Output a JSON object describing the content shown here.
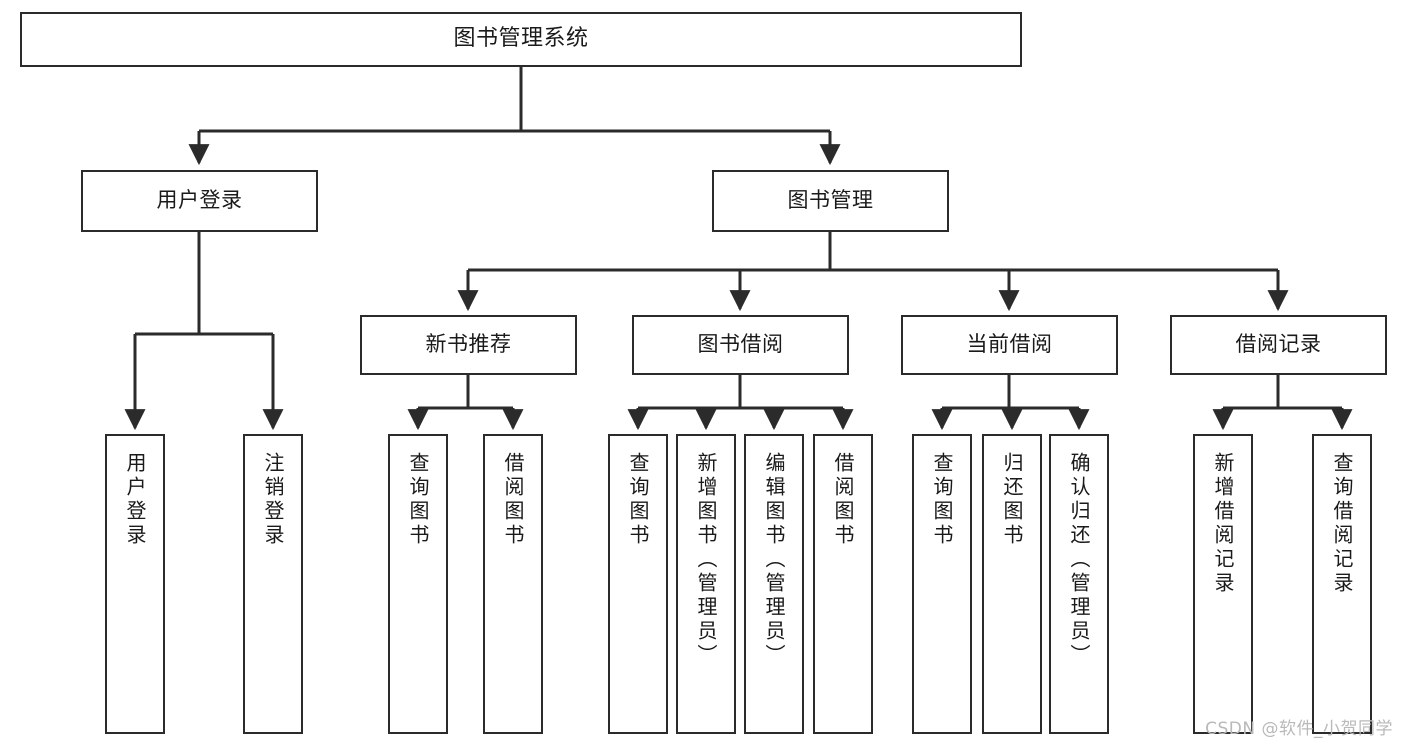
{
  "diagram": {
    "title": "图书管理系统",
    "type": "tree-hierarchy",
    "colors": {
      "box_border": "#2b2b2b",
      "box_fill": "#ffffff",
      "edge": "#2b2b2b",
      "text": "#1a1a1a",
      "watermark": "#b9b9b9",
      "background": "#ffffff"
    },
    "watermark": "CSDN @软件_小贺同学",
    "nodes": {
      "root": {
        "label": "图书管理系统"
      },
      "level1": [
        {
          "id": "user-login",
          "label": "用户登录"
        },
        {
          "id": "book-management",
          "label": "图书管理"
        }
      ],
      "level2": [
        {
          "id": "new-book-recommend",
          "label": "新书推荐",
          "parent": "book-management"
        },
        {
          "id": "book-borrow",
          "label": "图书借阅",
          "parent": "book-management"
        },
        {
          "id": "current-borrow",
          "label": "当前借阅",
          "parent": "book-management"
        },
        {
          "id": "borrow-record",
          "label": "借阅记录",
          "parent": "book-management"
        }
      ],
      "leaves": {
        "user_login": [
          {
            "id": "leaf-user-login",
            "label": "用户登录"
          },
          {
            "id": "leaf-logout-login",
            "label": "注销登录"
          }
        ],
        "new_book_recommend": [
          {
            "id": "leaf-query-book-1",
            "label": "查询图书"
          },
          {
            "id": "leaf-borrow-book-1",
            "label": "借阅图书"
          }
        ],
        "book_borrow": [
          {
            "id": "leaf-query-book-2",
            "label": "查询图书"
          },
          {
            "id": "leaf-add-book",
            "label": "新增图书（管理员）"
          },
          {
            "id": "leaf-edit-book",
            "label": "编辑图书（管理员）"
          },
          {
            "id": "leaf-borrow-book-2",
            "label": "借阅图书"
          }
        ],
        "current_borrow": [
          {
            "id": "leaf-query-book-3",
            "label": "查询图书"
          },
          {
            "id": "leaf-return-book",
            "label": "归还图书"
          },
          {
            "id": "leaf-confirm-return",
            "label": "确认归还（管理员）"
          }
        ],
        "borrow_record": [
          {
            "id": "leaf-add-borrow-record",
            "label": "新增借阅记录"
          },
          {
            "id": "leaf-query-borrow-record",
            "label": "查询借阅记录"
          }
        ]
      }
    }
  }
}
